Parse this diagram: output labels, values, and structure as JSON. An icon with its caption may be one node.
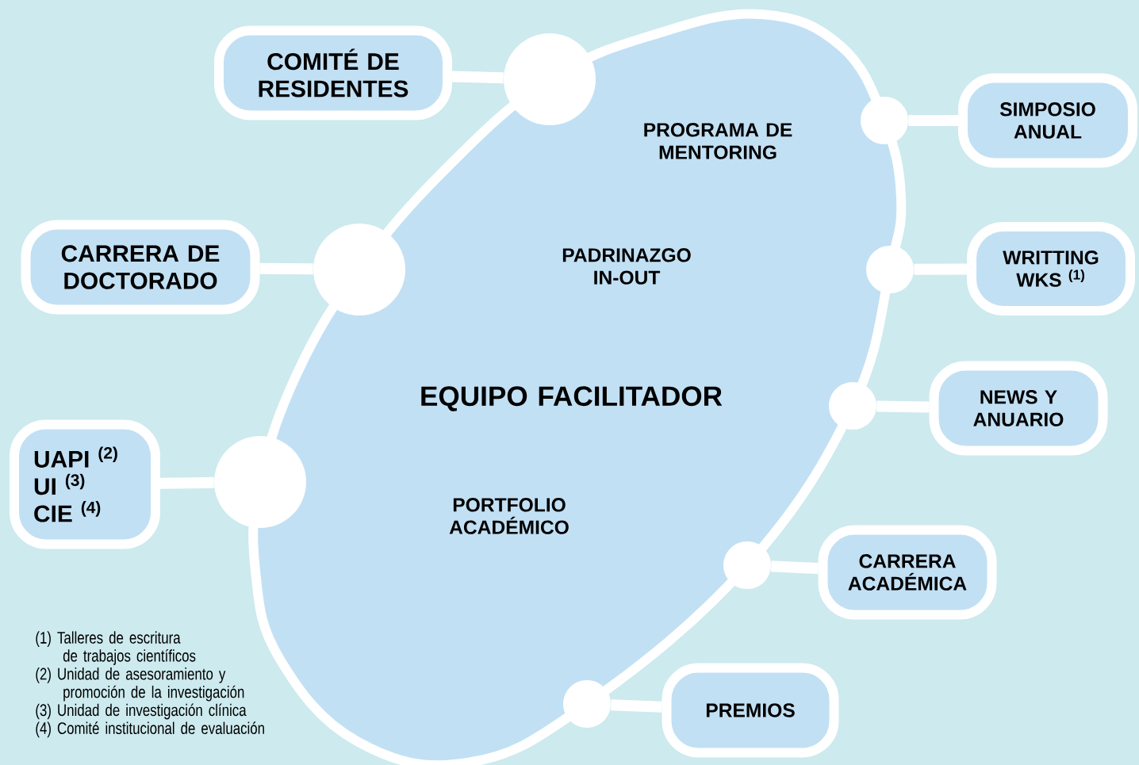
{
  "diagram": {
    "nodes": [
      {
        "text": [
          "PROGRAMA DE MENTORING",
          "PADRINAZGO IN-OUT",
          "EQUIPO FACILITADOR",
          "PORTFOLIO ACADÉMICO"
        ]
      },
      {
        "text": [
          "COMITÉ DE RESIDENTES"
        ]
      },
      {
        "text": [
          "SIMPOSIO ANUAL"
        ]
      },
      {
        "text": [
          "CARRERA DE DOCTORADO"
        ]
      },
      {
        "text": [
          "WRITTING WKS $^{(1)}$"
        ]
      },
      {
        "text": [
          "NEWS Y ANUARIO"
        ]
      },
      {
        "text": [
          "UAPI $^{(2)}$",
          "UI $^{(3)}$",
          "CIE $^{(4)}$"
        ]
      },
      {
        "text": [
          "CARRERA ACADÉMICA"
        ]
      },
      {
        "text": [
          "PREMIOS"
        ]
      },
      {
        "text": [],
        "shape": "circle"
      },
      {
        "text": [],
        "shape": "circle"
      },
      {
        "text": [],
        "shape": "circle"
      },
      {
        "text": [],
        "shape": "circle"
      },
      {
        "text": [],
        "shape": "circle"
      },
      {
        "text": [],
        "shape": "circle"
      },
      {
        "text": [],
        "shape": "circle"
      },
      {
        "text": [],
        "shape": "circle"
      }
    ],
    "edges": [
      {
        "from": 9,
        "to": 1,
        "arrow": "none"
      },
      {
        "from": 10,
        "to": 2,
        "arrow": "none"
      },
      {
        "from": 11,
        "to": 3,
        "arrow": "none"
      },
      {
        "from": 12,
        "to": 4,
        "arrow": "none"
      },
      {
        "from": 13,
        "to": 5,
        "arrow": "none"
      },
      {
        "from": 14,
        "to": 6,
        "arrow": "none"
      },
      {
        "from": 15,
        "to": 7,
        "arrow": "none"
      },
      {
        "from": 16,
        "to": 8,
        "arrow": "none"
      }
    ],
    "labels": [
      "(1) Talleres de escritura de trabajos científicos",
      "(2) Unidad de asesoramiento y promoción de la investigación",
      "(3) Unidad de investigación clínica",
      "(4) Comité institucional de evaluación"
    ]
  }
}
